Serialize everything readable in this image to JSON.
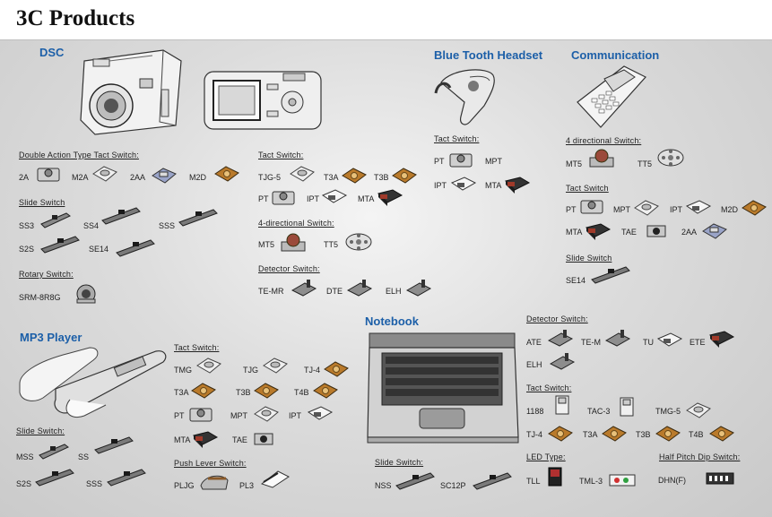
{
  "title": "3C Products",
  "colors": {
    "section_heading": "#1c5fa8",
    "header_bg": "#ffffff",
    "page_bg": "#d6d6d6"
  },
  "sections": {
    "dsc": "DSC",
    "bluetooth": "Blue Tooth Headset",
    "communication": "Communication",
    "mp3": "MP3 Player",
    "notebook": "Notebook"
  },
  "subtitles": {
    "dsc_double_action": "Double Action Type Tact Switch:",
    "dsc_slide": "Slide Switch",
    "dsc_rotary": "Rotary Switch:",
    "dsc_tact": "Tact Switch:",
    "dsc_4dir": "4-directional Switch:",
    "dsc_detector": "Detector Switch:",
    "bt_tact": "Tact Switch:",
    "comm_4dir": "4 directional Switch:",
    "comm_tact": "Tact Switch",
    "comm_slide": "Slide Switch",
    "mp3_tact": "Tact Switch:",
    "mp3_slide": "Slide Switch:",
    "mp3_push_lever": "Push Lever Switch:",
    "nb_slide": "Slide Switch:",
    "nb_detector": "Detector Switch:",
    "nb_tact": "Tact Switch:",
    "nb_led": "LED Type:",
    "nb_dip": "Half Pitch Dip Switch:"
  },
  "codes": {
    "c_2a_a": "2A",
    "c_m2a": "M2A",
    "c_2aa_a": "2AA",
    "c_m2d_a": "M2D",
    "c_ss3": "SS3",
    "c_ss4": "SS4",
    "c_sss_a": "SSS",
    "c_s2s_a": "S2S",
    "c_se14_a": "SE14",
    "c_srm": "SRM-8R8G",
    "c_tjg5": "TJG-5",
    "c_t3a_a": "T3A",
    "c_t3b_a": "T3B",
    "c_pt_a": "PT",
    "c_ipt_a": "IPT",
    "c_mta_a": "MTA",
    "c_mt5_a": "MT5",
    "c_tt5_a": "TT5",
    "c_temr": "TE-MR",
    "c_dte": "DTE",
    "c_elh_a": "ELH",
    "c_pt_b": "PT",
    "c_mpt_b": "MPT",
    "c_ipt_b": "IPT",
    "c_mta_b": "MTA",
    "c_mt5_c": "MT5",
    "c_tt5_c": "TT5",
    "c_pt_c": "PT",
    "c_mpt_c": "MPT",
    "c_ipt_c": "IPT",
    "c_m2d_c": "M2D",
    "c_mta_c": "MTA",
    "c_tae_c": "TAE",
    "c_2aa_c": "2AA",
    "c_se14_c": "SE14",
    "c_tmg_d": "TMG",
    "c_tjg_d": "TJG",
    "c_tj4_d": "TJ-4",
    "c_t3a_d": "T3A",
    "c_t3b_d": "T3B",
    "c_t4b_d": "T4B",
    "c_pt_d": "PT",
    "c_mpt_d": "MPT",
    "c_ipt_d": "IPT",
    "c_mta_d": "MTA",
    "c_tae_d": "TAE",
    "c_mss": "MSS",
    "c_ss_d": "SS",
    "c_s2s_d": "S2S",
    "c_sss_d": "SSS",
    "c_pljg": "PLJG",
    "c_pl3": "PL3",
    "c_nss": "NSS",
    "c_sc12p": "SC12P",
    "c_ate": "ATE",
    "c_tem": "TE-M",
    "c_tu": "TU",
    "c_ete": "ETE",
    "c_elh_e": "ELH",
    "c_1188": "1188",
    "c_tac3": "TAC-3",
    "c_tmg5": "TMG-5",
    "c_tj4_e": "TJ-4",
    "c_t3a_e": "T3A",
    "c_t3b_e": "T3B",
    "c_t4b_e": "T4B",
    "c_tll": "TLL",
    "c_tml3": "TML-3",
    "c_dhn": "DHN(F)"
  }
}
